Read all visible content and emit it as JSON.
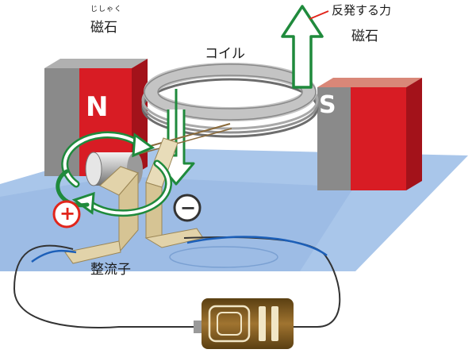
{
  "labels": {
    "magnet_left_ruby": "じしゃく",
    "magnet_left": "磁石",
    "magnet_right": "磁石",
    "coil": "コイル",
    "force": "反発する力",
    "commutator": "整流子"
  },
  "poles": {
    "north": "N",
    "south": "S"
  },
  "terminals": {
    "positive": "+",
    "negative": "−"
  },
  "colors": {
    "magnet_red": "#d81c24",
    "magnet_gray": "#8a8a8a",
    "arrow_green": "#1f8a3c",
    "terminal_red": "#e1251b",
    "base_blue": "#a9c6ea",
    "wire_blue": "#1c5fb8",
    "coil_gray": "#b8b8b8",
    "commutator_tan": "#e2d3aa",
    "battery_brown": "#8b6425"
  },
  "icons": {
    "force_arrow": "up-arrow-icon",
    "current_arrow": "down-arrow-icon",
    "rotation": "rotation-arrows-icon"
  }
}
